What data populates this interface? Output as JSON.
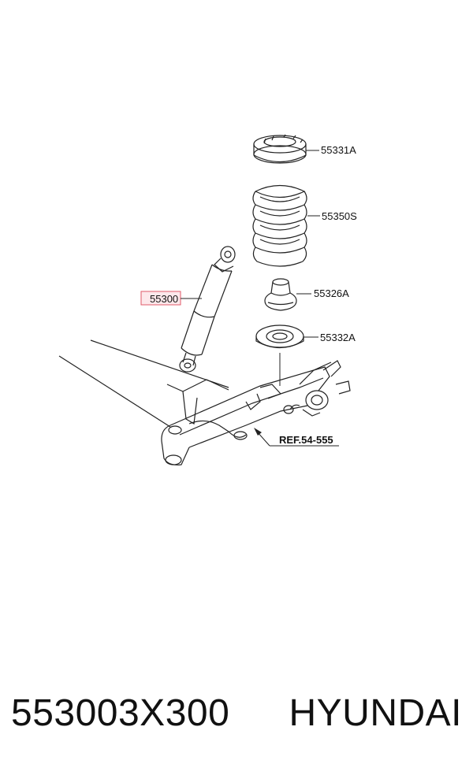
{
  "diagram": {
    "callouts": {
      "p55331A": "55331A",
      "p55350S": "55350S",
      "p55326A": "55326A",
      "p55332A": "55332A",
      "p55300": "55300"
    },
    "reference": "REF.54-555",
    "highlight_color": "#e05a6a"
  },
  "footer": {
    "part_number": "553003X300",
    "brand": "HYUNDAI"
  }
}
